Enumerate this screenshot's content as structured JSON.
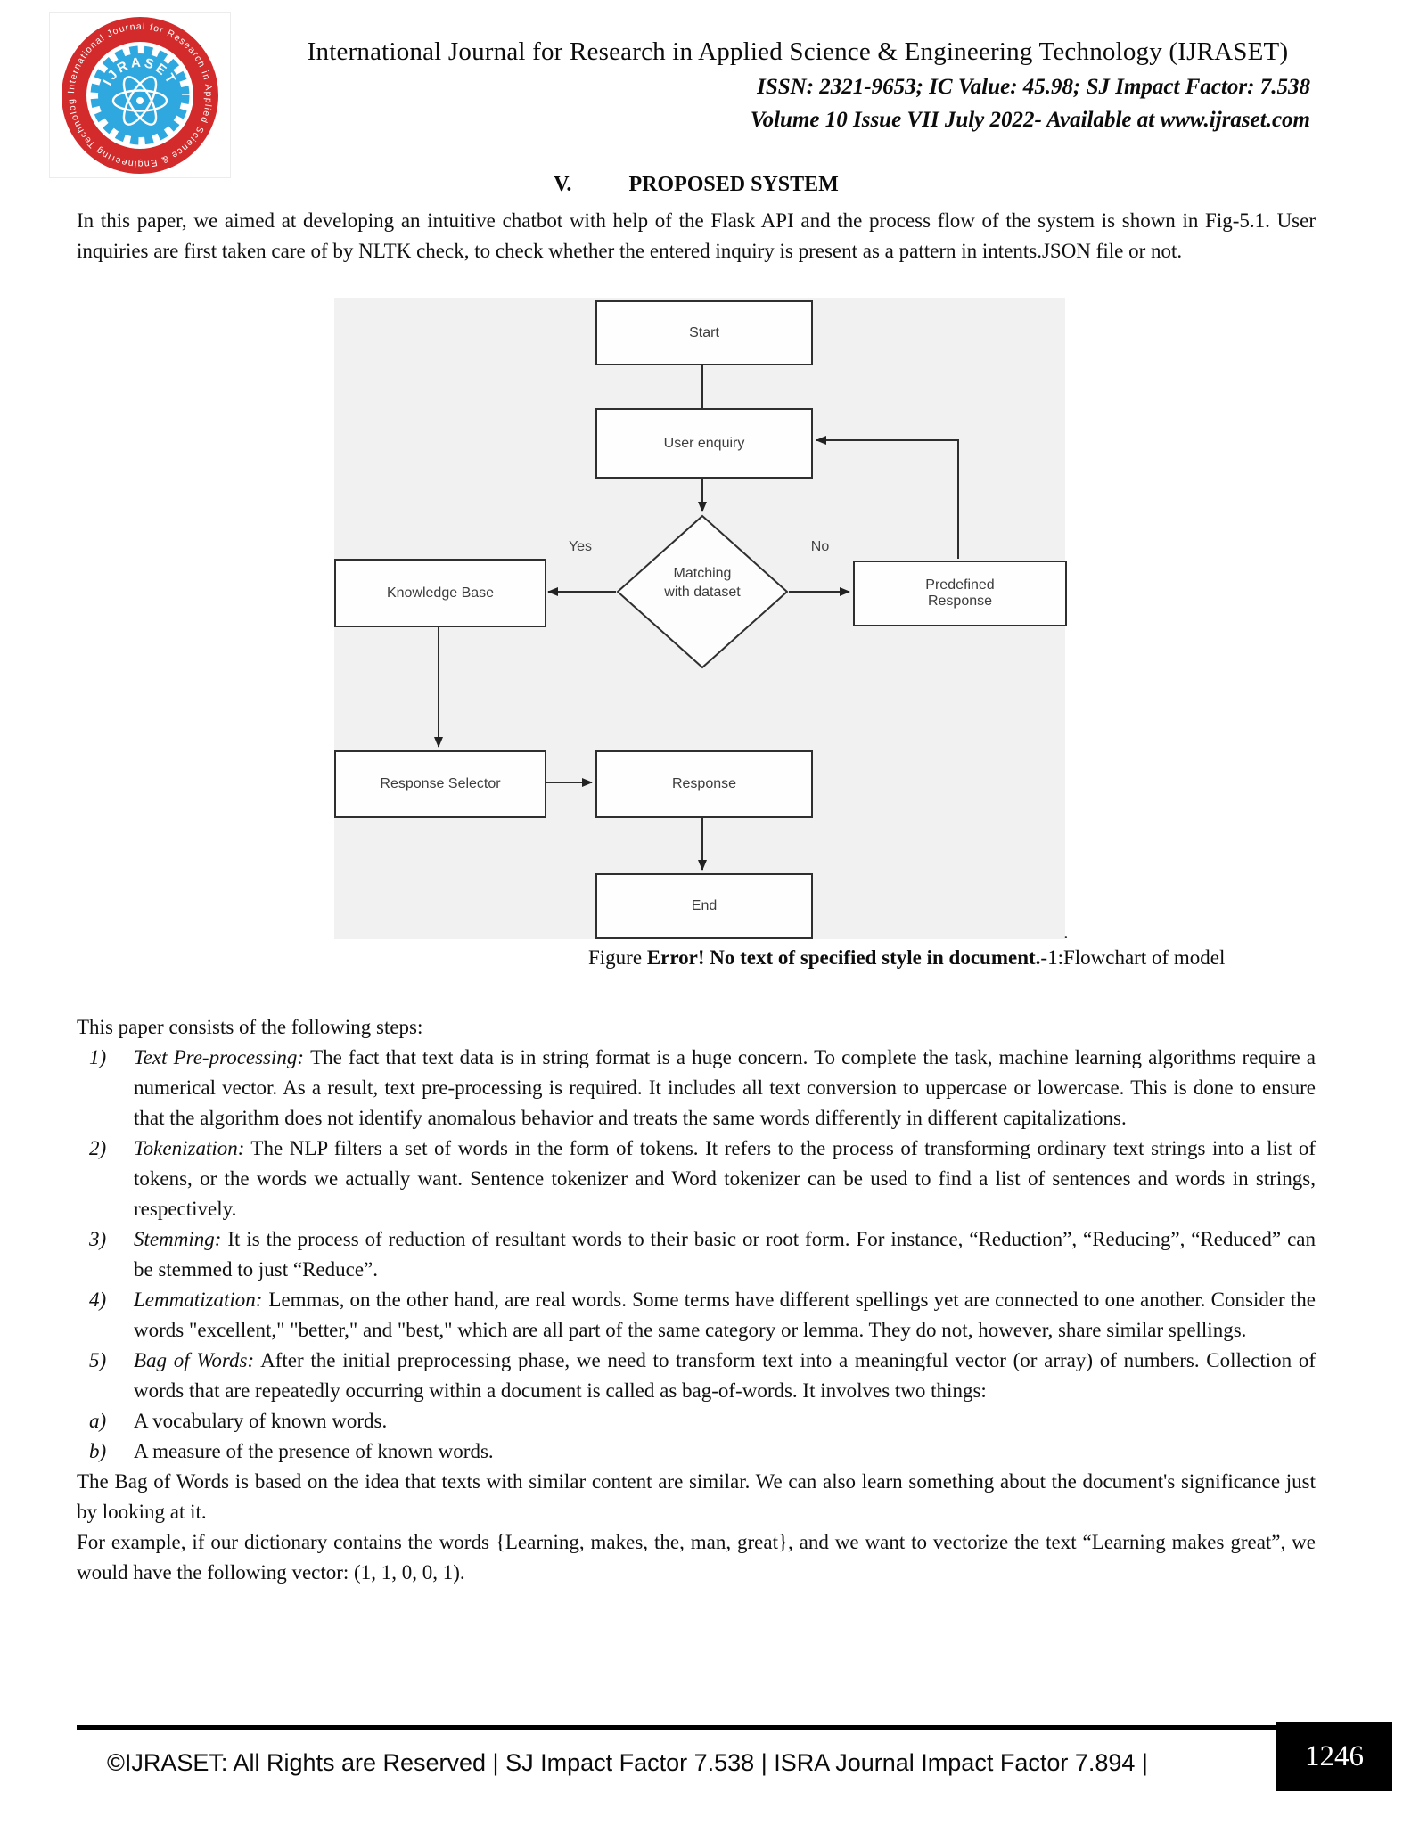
{
  "page": {
    "header": {
      "logo": {
        "ring_text": "International Journal for Research in Applied Science & Engineering Technology",
        "acronym": "IJRASET"
      },
      "title": "International Journal for Research in Applied Science & Engineering Technology (IJRASET)",
      "issn_line": "ISSN: 2321-9653; IC Value: 45.98; SJ Impact Factor: 7.538",
      "volume_line": "Volume 10 Issue VII July 2022- Available at www.ijraset.com"
    },
    "section": {
      "number": "V.",
      "title": "PROPOSED SYSTEM"
    },
    "intro_paragraph": "In this paper, we aimed at developing an intuitive chatbot with help of the Flask API and the process flow of the system is shown in Fig-5.1. User inquiries are first taken care of by NLTK check, to check whether the entered inquiry is present as a pattern in intents.JSON file or not.",
    "flowchart": {
      "nodes": {
        "start": "Start",
        "user_enquiry": "User enquiry",
        "matching": "Matching with dataset",
        "knowledge_base": "Knowledge Base",
        "predefined_response": "Predefined Response",
        "response_selector": "Response Selector",
        "response": "Response",
        "end": "End"
      },
      "edge_labels": {
        "yes": "Yes",
        "no": "No"
      },
      "trailing_period": "."
    },
    "caption": {
      "prefix": "Figure ",
      "bold": "Error! No text of specified style in document.",
      "suffix": "-1:Flowchart of model"
    },
    "steps_intro": "This paper  consists of the following steps:",
    "list": [
      {
        "marker": "1)",
        "label": "Text Pre-processing:",
        "text": "The fact that text data is in string format is a huge concern. To complete the task, machine learning algorithms require a numerical vector. As a result, text pre-processing is required. It includes all text conversion to uppercase or lowercase. This is done to ensure that the algorithm does not identify anomalous behavior and treats the same words differently in different capitalizations."
      },
      {
        "marker": "2)",
        "label": "Tokenization:",
        "text": "The NLP filters a set of words in the form of tokens. It refers to the process of transforming ordinary text strings into a list of tokens, or the words we actually want. Sentence tokenizer and Word tokenizer can be used to find a list of sentences and words in strings, respectively."
      },
      {
        "marker": "3)",
        "label": "Stemming:",
        "text": "It is the process of reduction of resultant words to their basic or root form. For instance, “Reduction”, “Reducing”, “Reduced” can be stemmed to just “Reduce”."
      },
      {
        "marker": "4)",
        "label": "Lemmatization:",
        "text": "Lemmas, on the other hand, are real words. Some terms have different spellings yet are connected to one another. Consider the words \"excellent,\" \"better,\" and \"best,\" which are all part of the same category or lemma. They do not, however, share similar spellings."
      },
      {
        "marker": "5)",
        "label": "Bag of Words:",
        "text": "After the initial preprocessing phase, we need to transform text into a meaningful vector (or array) of numbers. Collection of words that are repeatedly occurring within a document is called as bag-of-words. It involves two things:"
      },
      {
        "marker": "a)",
        "label": "",
        "text": "A vocabulary of known words."
      },
      {
        "marker": "b)",
        "label": "",
        "text": "A measure of the presence of known words."
      }
    ],
    "closing_paragraphs": [
      "The Bag of Words is based on the idea that texts with similar content are similar. We can also learn something about the document's significance just by looking at it.",
      "For example, if our dictionary contains the words {Learning, makes, the, man, great}, and we want to vectorize the text “Learning makes great”, we would have the following vector: (1, 1, 0, 0, 1)."
    ],
    "footer": {
      "text": "©IJRASET: All Rights are Reserved | SJ Impact Factor 7.538 | ISRA Journal Impact Factor 7.894 |",
      "page_number": "1246"
    }
  }
}
